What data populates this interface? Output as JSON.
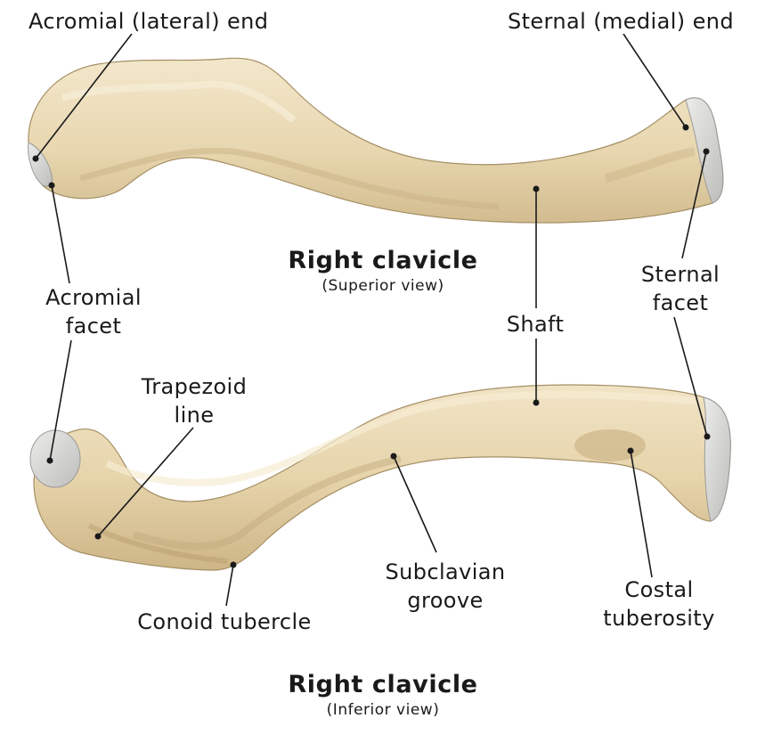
{
  "bone_colors": {
    "base": "#e8d7b0",
    "light": "#f3e7cb",
    "shadow": "#c9b284",
    "outline": "#a58f66",
    "facet": "#d4d4d2",
    "facet_edge": "#9a9a98"
  },
  "captions": {
    "superior": {
      "title": "Right clavicle",
      "subtitle": "(Superior view)"
    },
    "inferior": {
      "title": "Right clavicle",
      "subtitle": "(Inferior view)"
    }
  },
  "labels": {
    "acromial_end": "Acromial (lateral) end",
    "sternal_end": "Sternal (medial) end",
    "acromial_facet": [
      "Acromial",
      "facet"
    ],
    "sternal_facet": [
      "Sternal",
      "facet"
    ],
    "shaft": "Shaft",
    "trapezoid_line": [
      "Trapezoid",
      "line"
    ],
    "conoid_tubercle": "Conoid tubercle",
    "subclavian_groove": [
      "Subclavian",
      "groove"
    ],
    "costal_tuberosity": [
      "Costal",
      "tuberosity"
    ]
  }
}
